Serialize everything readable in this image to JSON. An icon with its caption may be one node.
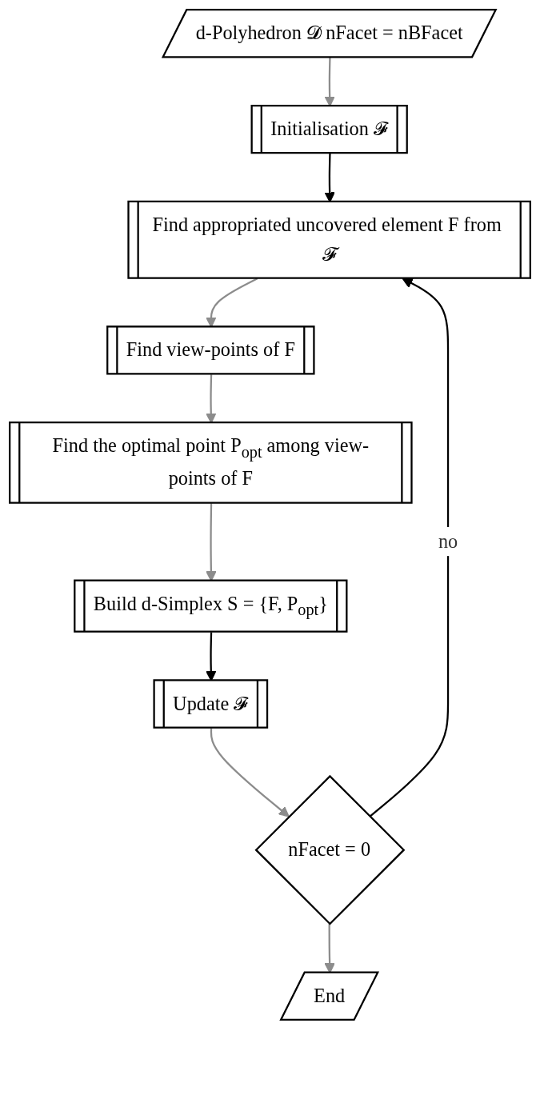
{
  "diagram": {
    "nodes": [
      {
        "text": [
          "d-Polyhedron 𝓓 nFacet = nBFacet"
        ]
      },
      {
        "text": [
          "Initialisation 𝓕"
        ]
      },
      {
        "text": [
          "Find appropriated uncovered element F from 𝓕"
        ]
      },
      {
        "text": [
          "Find view-points of F"
        ]
      },
      {
        "text": [
          "Find the optimal point P$_{opt}$ among view-points of F"
        ]
      },
      {
        "text": [
          "Build d-Simplex S = {F, P$_{opt}$}"
        ]
      },
      {
        "text": [
          "Update 𝓕"
        ]
      },
      {
        "text": [
          "nFacet = 0"
        ]
      },
      {
        "text": [
          "End"
        ]
      }
    ],
    "edges": [
      {
        "from": 0,
        "to": 1,
        "arrow": "to"
      },
      {
        "from": 1,
        "to": 2,
        "arrow": "to",
        "color": "#000000"
      },
      {
        "from": 2,
        "to": 3,
        "arrow": "to"
      },
      {
        "from": 3,
        "to": 4,
        "arrow": "to"
      },
      {
        "from": 4,
        "to": 5,
        "arrow": "to"
      },
      {
        "from": 5,
        "to": 6,
        "arrow": "to",
        "color": "#000000"
      },
      {
        "from": 6,
        "to": 7,
        "arrow": "to"
      },
      {
        "from": 7,
        "to": 8,
        "arrow": "to"
      },
      {
        "from": 7,
        "to": 2,
        "arrow": "to",
        "label": "no",
        "color": "#000000"
      }
    ]
  }
}
